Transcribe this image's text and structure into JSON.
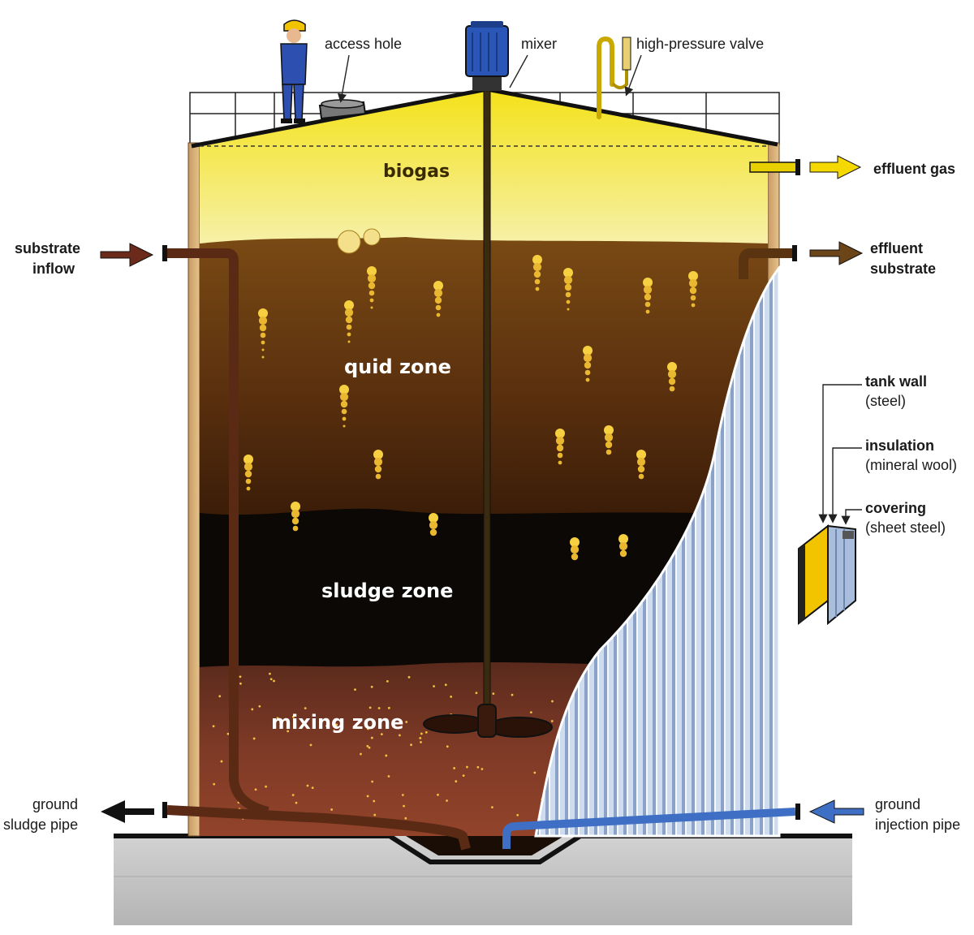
{
  "labels": {
    "access_hole": "access hole",
    "mixer": "mixer",
    "high_pressure_valve": "high-pressure valve",
    "effluent_gas": "effluent gas",
    "substrate_inflow": [
      "substrate",
      "inflow"
    ],
    "effluent_substrate": [
      "effluent",
      "substrate"
    ],
    "tank_wall": {
      "title": "tank wall",
      "sub": "(steel)"
    },
    "insulation": {
      "title": "insulation",
      "sub": "(mineral wool)"
    },
    "covering": {
      "title": "covering",
      "sub": "(sheet steel)"
    },
    "ground_sludge_pipe": [
      "ground",
      "sludge pipe"
    ],
    "ground_injection_pipe": [
      "ground",
      "injection pipe"
    ]
  },
  "zones": {
    "biogas": "biogas",
    "liquid": "quid zone",
    "sludge": "sludge zone",
    "mixing": "mixing zone"
  },
  "colors": {
    "biogas": "#f2e21a",
    "liquid_top": "#7a4a12",
    "liquid_bottom": "#3d1e08",
    "sludge": "#0c0806",
    "mixing": "#7a3322",
    "insulation_panel": "#a9bedc",
    "arrow_gas": "#f5d800",
    "arrow_substrate_in": "#6b2a1a",
    "arrow_substrate_out": "#6b4418",
    "arrow_sludge_out": "#111111",
    "arrow_injection_in": "#3f6fc4",
    "pipe": "#5a2a14",
    "ground": "#c3c3c3"
  }
}
